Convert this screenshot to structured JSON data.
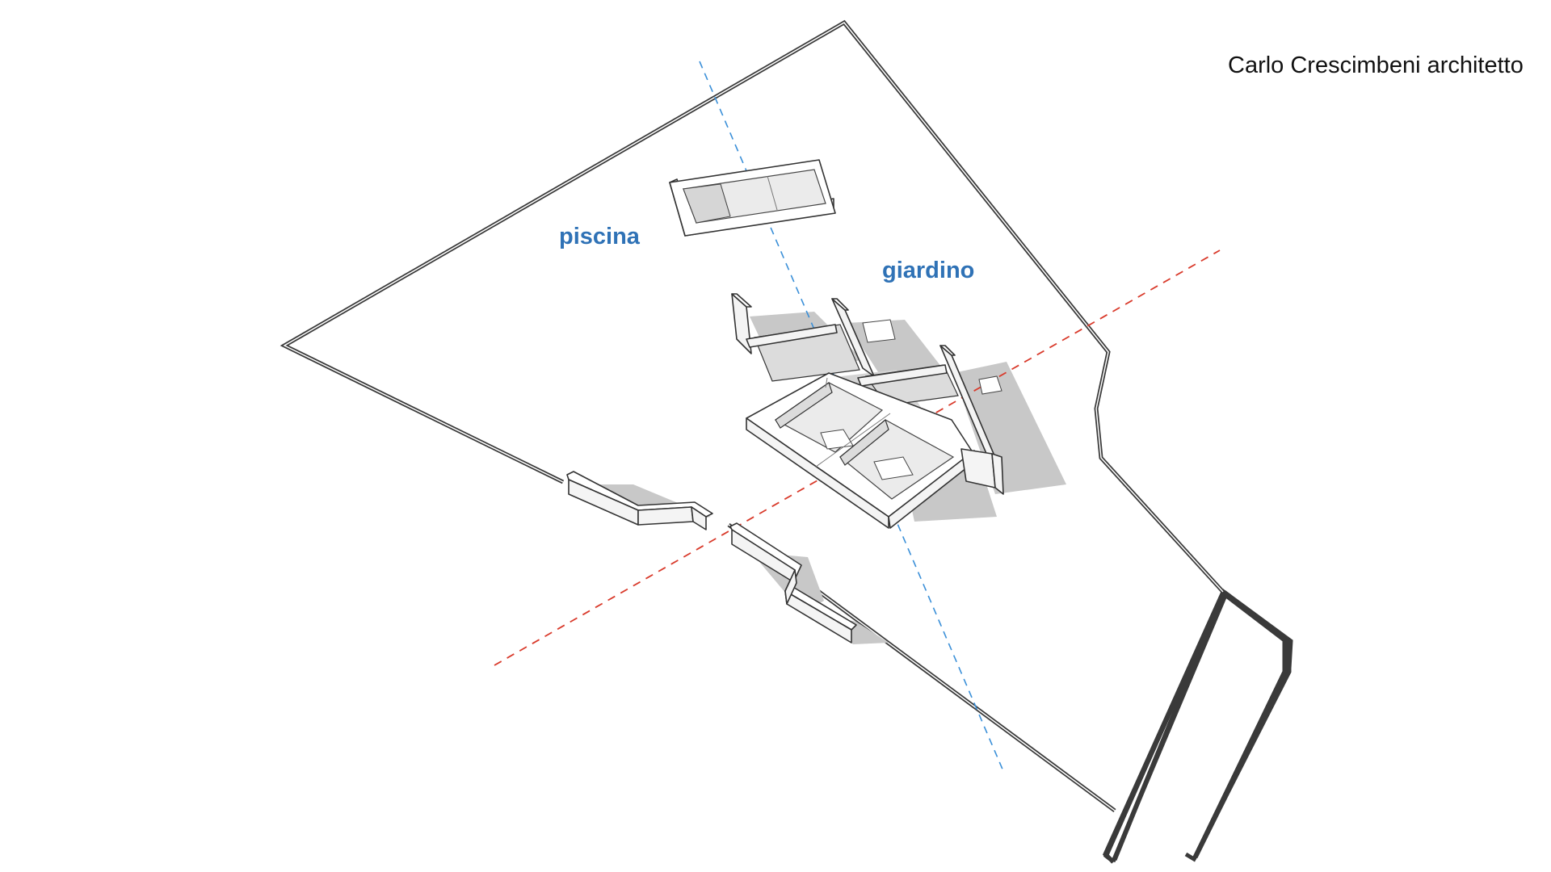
{
  "labels": {
    "pool": "piscina",
    "garden": "giardino"
  },
  "author": "Carlo Crescimbeni architetto",
  "colors": {
    "label_blue": "#2f72b6",
    "axis_blue": "#3a8fd8",
    "axis_red": "#d93a2b",
    "boundary": "#3a3a3a",
    "shadow": "#c8c8c8"
  }
}
